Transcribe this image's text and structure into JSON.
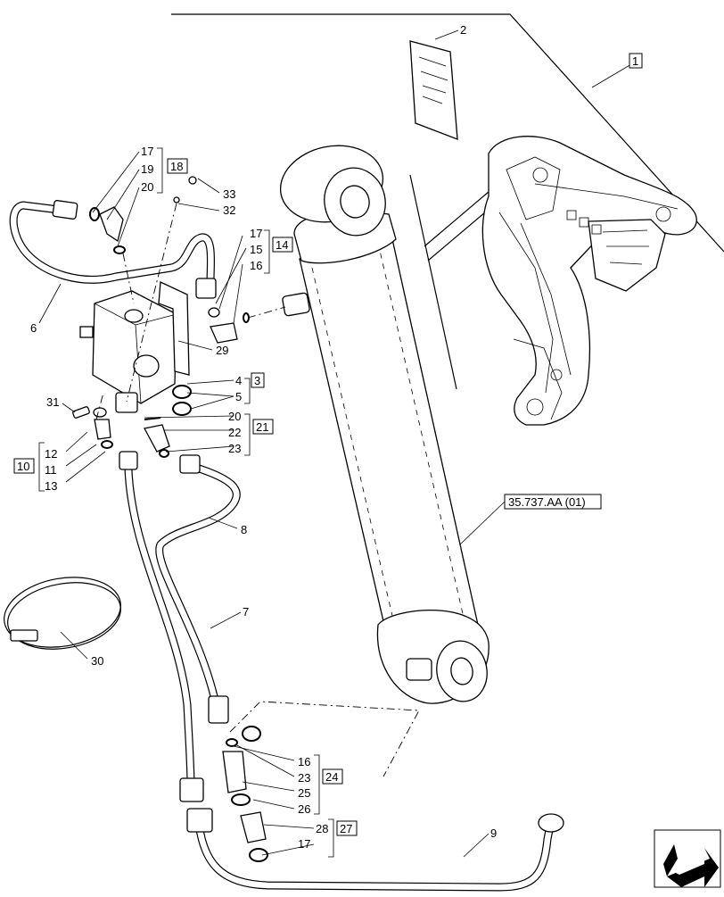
{
  "callouts": [
    {
      "id": "c1",
      "text": "1",
      "boxed": true
    },
    {
      "id": "c2",
      "text": "2",
      "boxed": false
    },
    {
      "id": "c3",
      "text": "3",
      "boxed": true
    },
    {
      "id": "c4",
      "text": "4",
      "boxed": false
    },
    {
      "id": "c5",
      "text": "5",
      "boxed": false
    },
    {
      "id": "c6",
      "text": "6",
      "boxed": false
    },
    {
      "id": "c7",
      "text": "7",
      "boxed": false
    },
    {
      "id": "c8",
      "text": "8",
      "boxed": false
    },
    {
      "id": "c9",
      "text": "9",
      "boxed": false
    },
    {
      "id": "c10",
      "text": "10",
      "boxed": true
    },
    {
      "id": "c11",
      "text": "11",
      "boxed": false
    },
    {
      "id": "c12",
      "text": "12",
      "boxed": false
    },
    {
      "id": "c13",
      "text": "13",
      "boxed": false
    },
    {
      "id": "c14",
      "text": "14",
      "boxed": true
    },
    {
      "id": "c15",
      "text": "15",
      "boxed": false
    },
    {
      "id": "c16a",
      "text": "16",
      "boxed": false
    },
    {
      "id": "c16b",
      "text": "16",
      "boxed": false
    },
    {
      "id": "c17a",
      "text": "17",
      "boxed": false
    },
    {
      "id": "c17b",
      "text": "17",
      "boxed": false
    },
    {
      "id": "c17c",
      "text": "17",
      "boxed": false
    },
    {
      "id": "c18",
      "text": "18",
      "boxed": true
    },
    {
      "id": "c19",
      "text": "19",
      "boxed": false
    },
    {
      "id": "c20a",
      "text": "20",
      "boxed": false
    },
    {
      "id": "c20b",
      "text": "20",
      "boxed": false
    },
    {
      "id": "c21",
      "text": "21",
      "boxed": true
    },
    {
      "id": "c22",
      "text": "22",
      "boxed": false
    },
    {
      "id": "c23a",
      "text": "23",
      "boxed": false
    },
    {
      "id": "c23b",
      "text": "23",
      "boxed": false
    },
    {
      "id": "c24",
      "text": "24",
      "boxed": true
    },
    {
      "id": "c25",
      "text": "25",
      "boxed": false
    },
    {
      "id": "c26",
      "text": "26",
      "boxed": false
    },
    {
      "id": "c27",
      "text": "27",
      "boxed": true
    },
    {
      "id": "c28",
      "text": "28",
      "boxed": false
    },
    {
      "id": "c29",
      "text": "29",
      "boxed": false
    },
    {
      "id": "c30",
      "text": "30",
      "boxed": false
    },
    {
      "id": "c31",
      "text": "31",
      "boxed": false
    },
    {
      "id": "c32",
      "text": "32",
      "boxed": false
    },
    {
      "id": "c33",
      "text": "33",
      "boxed": false
    }
  ],
  "reference_label": "35.737.AA (01)",
  "icons": {
    "manual": "manual-booklet-icon",
    "navigation": "back-arrow-icon"
  }
}
